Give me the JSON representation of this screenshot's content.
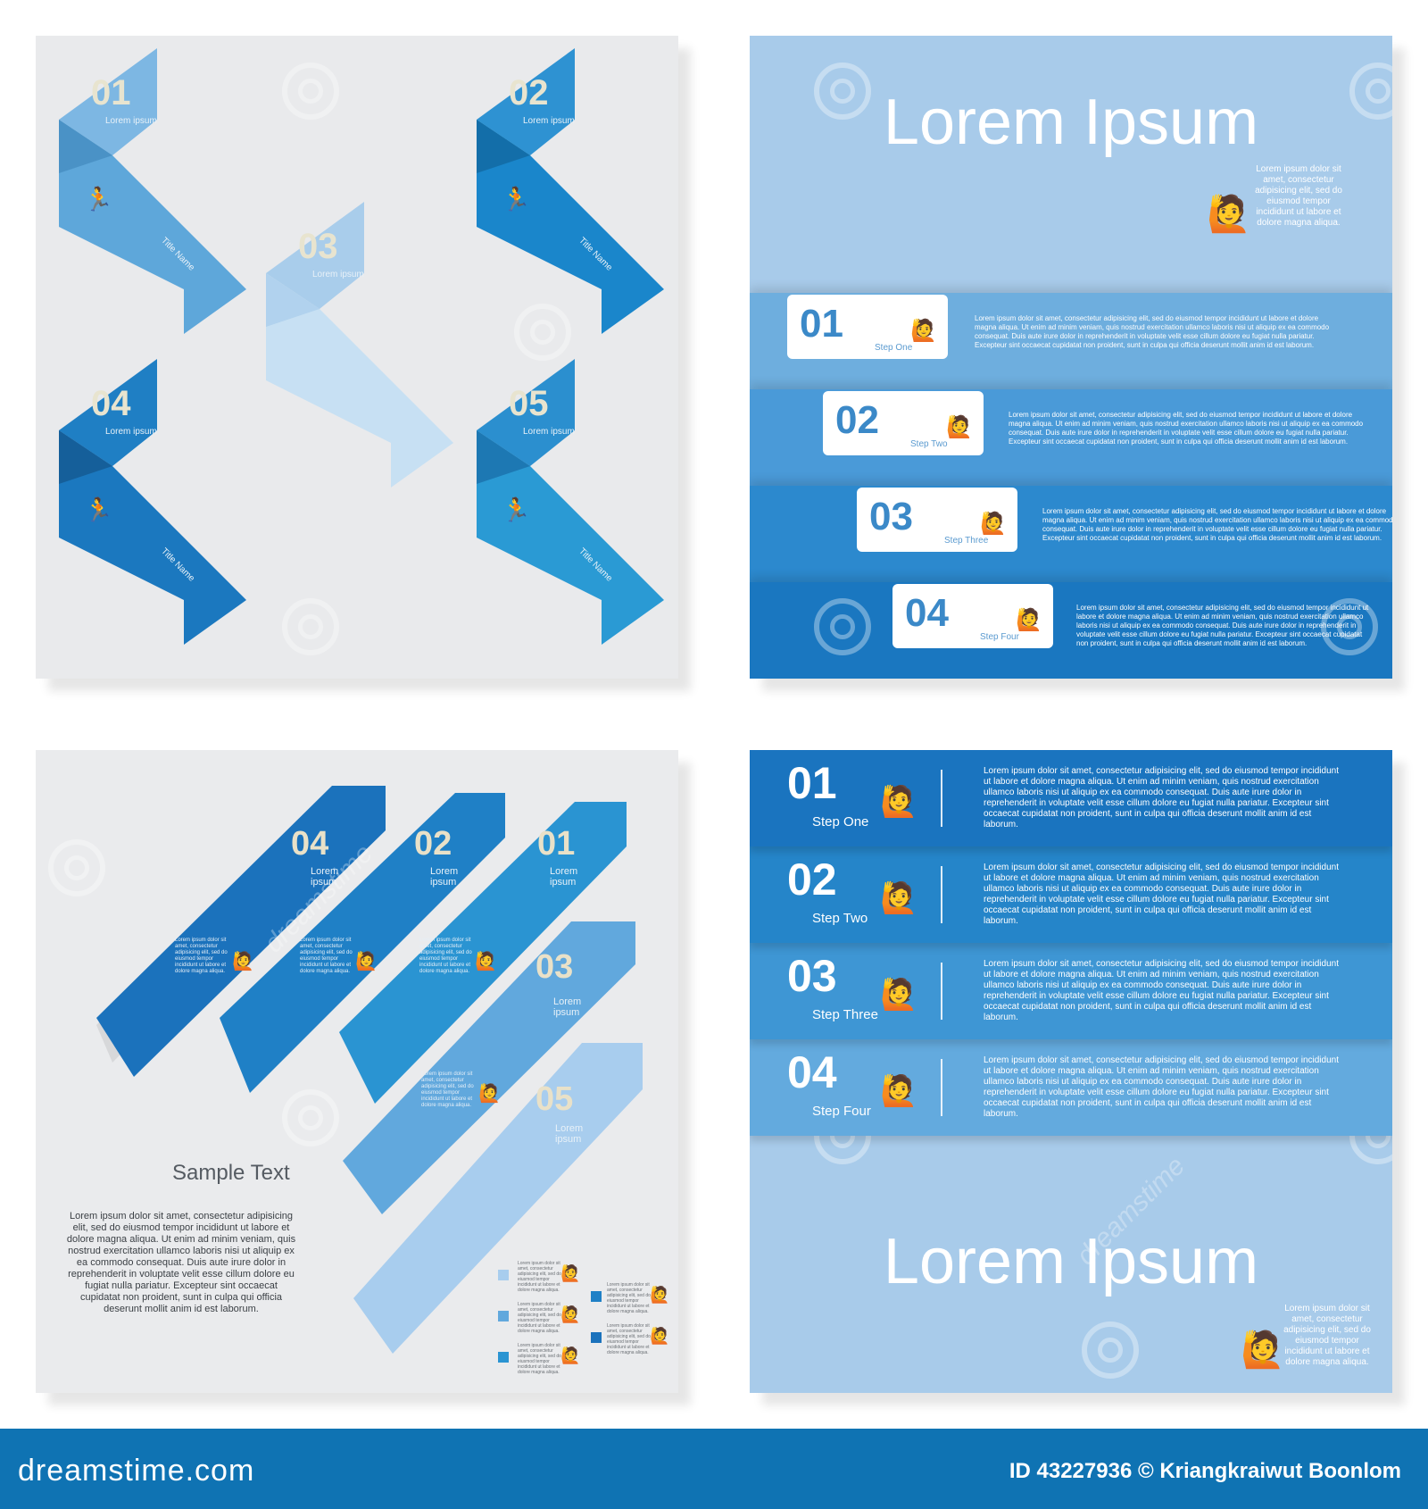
{
  "panel_a": {
    "ribbons": [
      {
        "number": "01",
        "subtitle": "Lorem ipsum",
        "title": "Title Name",
        "color": "#5ea7da"
      },
      {
        "number": "02",
        "subtitle": "Lorem ipsum",
        "title": "Title Name",
        "color": "#1a86cb"
      },
      {
        "number": "03",
        "subtitle": "Lorem ipsum",
        "title": "",
        "color": "#b9d8f0"
      },
      {
        "number": "04",
        "subtitle": "Lorem ipsum",
        "title": "Title Name",
        "color": "#1b78bf"
      },
      {
        "number": "05",
        "subtitle": "Lorem ipsum",
        "title": "Title Name",
        "color": "#2a9ad4"
      }
    ]
  },
  "panel_b": {
    "heading": "Lorem Ipsum",
    "side_text": "Lorem ipsum dolor sit amet, consectetur adipisicing elit, sed do eiusmod tempor incididunt ut labore et dolore magna aliqua.",
    "steps": [
      {
        "number": "01",
        "label": "Step One",
        "color": "#6eaede"
      },
      {
        "number": "02",
        "label": "Step Two",
        "color": "#4a9ad8"
      },
      {
        "number": "03",
        "label": "Step Three",
        "color": "#2c89ce"
      },
      {
        "number": "04",
        "label": "Step Four",
        "color": "#1a77c0"
      }
    ],
    "body_text": "Lorem ipsum dolor sit amet, consectetur adipisicing elit, sed do eiusmod tempor incididunt ut labore et dolore magna aliqua. Ut enim ad minim veniam, quis nostrud exercitation ullamco laboris nisi ut aliquip ex ea commodo consequat. Duis aute irure dolor in reprehenderit in voluptate velit esse cillum dolore eu fugiat nulla pariatur. Excepteur sint occaecat cupidatat non proident, sunt in culpa qui officia deserunt mollit anim id est laborum."
  },
  "panel_c": {
    "bars": [
      {
        "number": "04",
        "subtitle": "Lorem ipsum",
        "color": "#1b72bc"
      },
      {
        "number": "02",
        "subtitle": "Lorem ipsum",
        "color": "#1f80c6"
      },
      {
        "number": "01",
        "subtitle": "Lorem ipsum",
        "color": "#2a94d2"
      },
      {
        "number": "03",
        "subtitle": "Lorem ipsum",
        "color": "#61a8dd"
      },
      {
        "number": "05",
        "subtitle": "Lorem ipsum",
        "color": "#a8cdee"
      }
    ],
    "bar_text": "Lorem ipsum dolor sit amet, consectetur adipisicing elit, sed do eiusmod tempor incididunt ut labore et dolore magna aliqua.",
    "sample_title": "Sample Text",
    "sample_body": "Lorem ipsum dolor sit amet, consectetur adipisicing elit, sed do eiusmod tempor incididunt ut labore et dolore magna aliqua. Ut enim ad minim veniam, quis nostrud exercitation ullamco laboris nisi ut aliquip ex ea commodo consequat. Duis aute irure dolor in reprehenderit in voluptate velit esse cillum dolore eu fugiat nulla pariatur. Excepteur sint occaecat cupidatat non proident, sunt in culpa qui officia deserunt mollit anim id est laborum.",
    "legend_text": "Lorem ipsum dolor sit amet, consectetur adipisicing elit, sed do eiusmod tempor incididunt ut labore et dolore magna aliqua."
  },
  "panel_d": {
    "rows": [
      {
        "number": "01",
        "label": "Step One",
        "color": "#1a74bf"
      },
      {
        "number": "02",
        "label": "Step Two",
        "color": "#2585c9"
      },
      {
        "number": "03",
        "label": "Step Three",
        "color": "#3e96d4"
      },
      {
        "number": "04",
        "label": "Step Four",
        "color": "#63aade"
      }
    ],
    "row_text": "Lorem ipsum dolor sit amet, consectetur adipisicing elit, sed do eiusmod tempor incididunt ut labore et dolore magna aliqua. Ut enim ad minim veniam, quis nostrud exercitation ullamco laboris nisi ut aliquip ex ea commodo consequat. Duis aute irure dolor in reprehenderit in voluptate velit esse cillum dolore eu fugiat nulla pariatur. Excepteur sint occaecat cupidatat non proident, sunt in culpa qui officia deserunt mollit anim id est laborum.",
    "heading": "Lorem Ipsum",
    "side_text": "Lorem ipsum dolor sit amet, consectetur adipisicing elit, sed do eiusmod tempor incididunt ut labore et dolore magna aliqua."
  },
  "watermark": {
    "text": "dreamstime"
  },
  "footer": {
    "brand": "dreamstime.com",
    "id_text": "ID 43227936 © Kriangkraiwut Boonlom",
    "background": "#0f73b3"
  }
}
